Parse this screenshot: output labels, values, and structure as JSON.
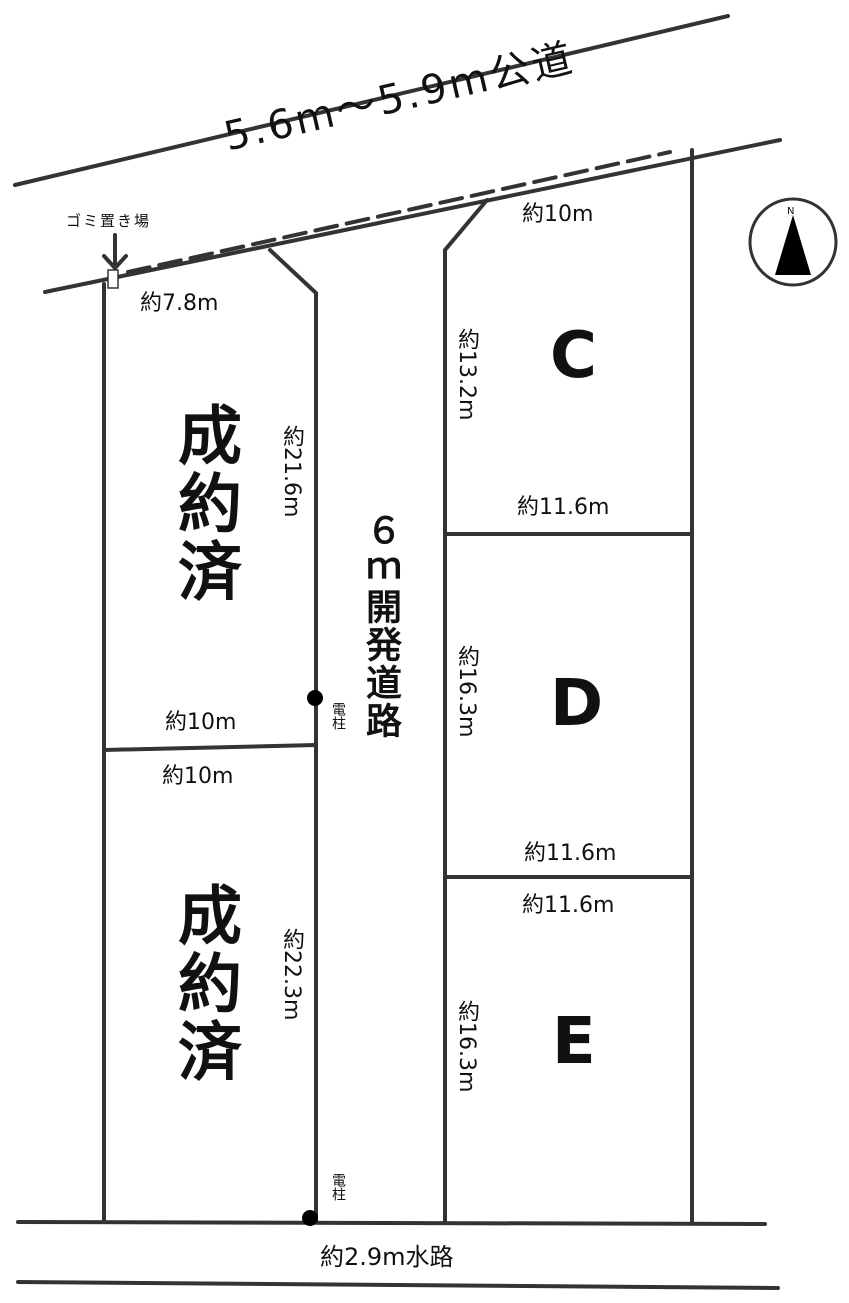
{
  "public_road": "5.6m～5.9m公道",
  "garbage_area": "ゴミ置き場",
  "north": "N",
  "dev_road": "６ｍ開発道路",
  "waterway": "約2.9m水路",
  "utility_pole": "電柱",
  "lots": {
    "upper_left": {
      "status": "成約済",
      "top": "約7.8m",
      "side": "約21.6m",
      "bottom": "約10m"
    },
    "lower_left": {
      "status": "成約済",
      "top": "約10m",
      "side": "約22.3m"
    },
    "C": {
      "name": "C",
      "top": "約10m",
      "side": "約13.2m",
      "bottom": "約11.6m"
    },
    "D": {
      "name": "D",
      "side": "約16.3m",
      "bottom": "約11.6m"
    },
    "E": {
      "name": "E",
      "top": "約11.6m",
      "side": "約16.3m"
    }
  }
}
